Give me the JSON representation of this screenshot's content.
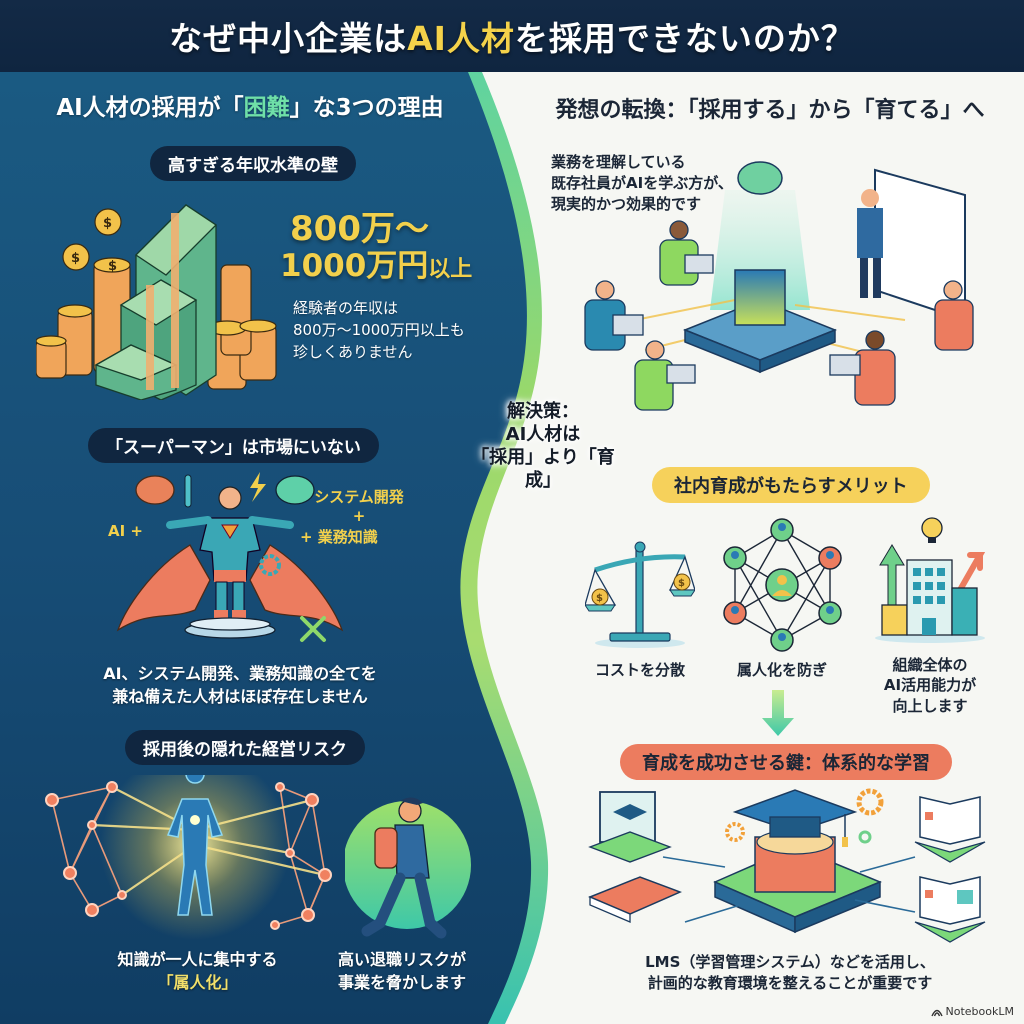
{
  "header": {
    "title_pre": "なぜ中小企業は",
    "title_highlight": "AI人材",
    "title_post": "を採用できないのか？"
  },
  "left_panel": {
    "title_pre": "AI人材の採用が「",
    "title_highlight": "困難",
    "title_post": "」な3つの理由",
    "reasons": [
      {
        "heading": "高すぎる年収水準の壁",
        "big_line1": "800万〜",
        "big_line2": "1000万円",
        "big_line2_suffix": "以上",
        "body_lines": [
          "経験者の年収は",
          "800万〜1000万円以上も",
          "珍しくありません"
        ]
      },
      {
        "heading": "「スーパーマン」は市場にいない",
        "label_ai": "AI +",
        "label_system": "システム開発",
        "label_plus": "+",
        "label_business": "+ 業務知識",
        "body_lines": [
          "AI、システム開発、業務知識の全てを",
          "兼ね備えた人材はほぼ存在しません"
        ]
      },
      {
        "heading": "採用後の隠れた経営リスク",
        "left_caption_line1": "知識が一人に集中する",
        "left_caption_highlight": "「属人化」",
        "right_caption_lines": [
          "高い退職リスクが",
          "事業を脅かします"
        ]
      }
    ]
  },
  "center_callout": {
    "lines": [
      "解決策：",
      "AI人材は",
      "「採用」より「育成」"
    ]
  },
  "right_panel": {
    "title": "発想の転換：「採用する」から「育てる」へ",
    "desc_lines": [
      "業務を理解している",
      "既存社員がAIを学ぶ方が、",
      "現実的かつ効果的です"
    ],
    "merits": {
      "heading": "社内育成がもたらすメリット",
      "items": [
        {
          "label_lines": [
            "コストを分散"
          ],
          "icon": "scale-icon"
        },
        {
          "label_lines": [
            "属人化を防ぎ"
          ],
          "icon": "network-icon"
        },
        {
          "label_lines": [
            "組織全体の",
            "AI活用能力が",
            "向上します"
          ],
          "icon": "building-growth-icon"
        }
      ]
    },
    "learning": {
      "heading": "育成を成功させる鍵：体系的な学習",
      "desc_lines": [
        "LMS（学習管理システム）などを活用し、",
        "計画的な教育環境を整えることが重要です"
      ]
    }
  },
  "footer": {
    "brand": "NotebookLM"
  },
  "colors": {
    "header_bg": "#112844",
    "left_bg": "#18507a",
    "left_bg_dark": "#10385e",
    "right_bg": "#f6f7f3",
    "accent_yellow": "#f2d04c",
    "accent_green": "#6fe0a8",
    "accent_orange": "#ec7c5f",
    "wave_green": "#8fd86a",
    "wave_teal": "#3cc4b0"
  }
}
